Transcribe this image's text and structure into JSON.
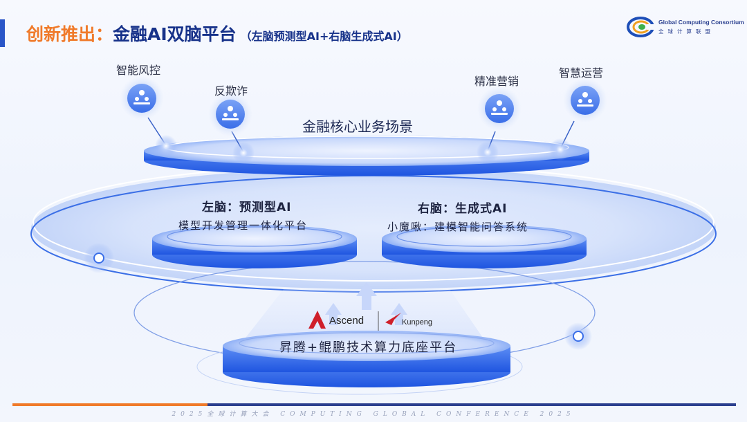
{
  "header": {
    "title_prefix": "创新推出：",
    "title_main": "金融AI双脑平台",
    "title_sub": "（左脑预测型AI+右脑生成式AI）"
  },
  "logo": {
    "name_en": "Global Computing Consortium",
    "name_cn": "全球计算联盟"
  },
  "scenarios": [
    {
      "label": "智能风控"
    },
    {
      "label": "反欺诈"
    },
    {
      "label": "精准营销"
    },
    {
      "label": "智慧运营"
    }
  ],
  "core_layer": {
    "label": "金融核心业务场景"
  },
  "left_brain": {
    "title": "左脑：预测型AI",
    "subtitle": "模型开发管理一体化平台"
  },
  "right_brain": {
    "title": "右脑：生成式AI",
    "subtitle": "小魔啾：建模智能问答系统"
  },
  "base": {
    "brand1": "Ascend",
    "brand2": "Kunpeng",
    "label": "昇腾+鲲鹏技术算力底座平台"
  },
  "footer": {
    "text": "2025全球计算大会 COMPUTING GLOBAL CONFERENCE 2025"
  },
  "colors": {
    "accent_orange": "#f07a2a",
    "title_blue": "#17328a",
    "platform_blue": "#2f6bf0",
    "footer_navy": "#2b3f8e"
  }
}
